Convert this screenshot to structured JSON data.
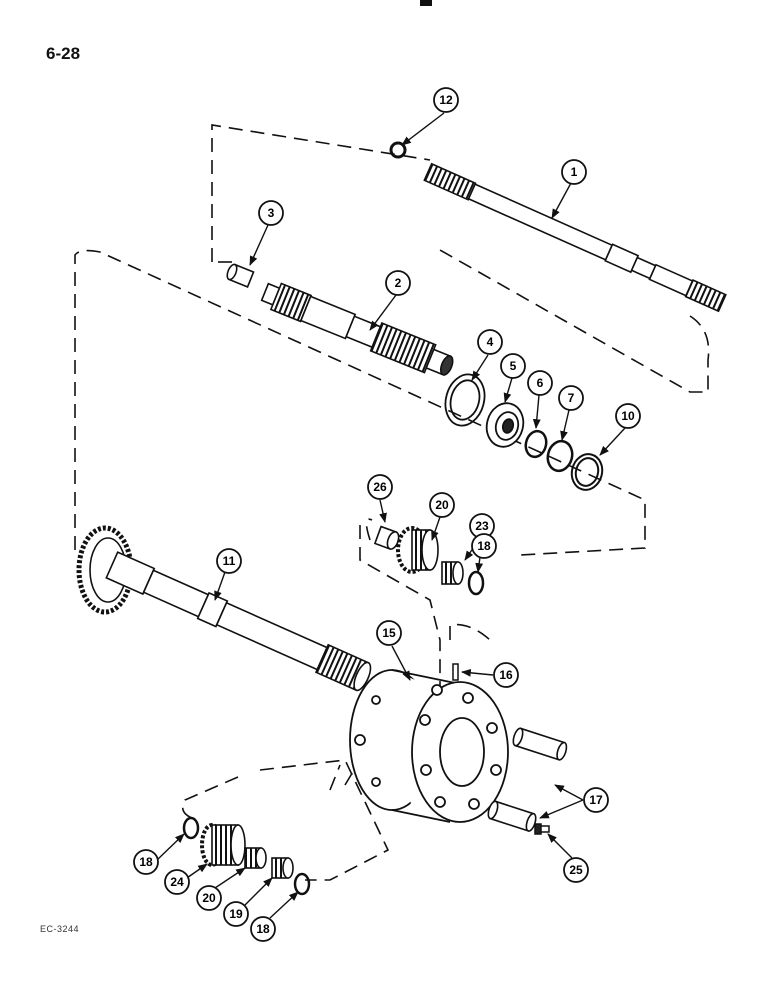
{
  "page": {
    "number": "6-28",
    "figure_code": "EC-3244"
  },
  "callouts": [
    {
      "id": "c1",
      "label": "1"
    },
    {
      "id": "c2",
      "label": "2"
    },
    {
      "id": "c3",
      "label": "3"
    },
    {
      "id": "c4",
      "label": "4"
    },
    {
      "id": "c5",
      "label": "5"
    },
    {
      "id": "c6",
      "label": "6"
    },
    {
      "id": "c7",
      "label": "7"
    },
    {
      "id": "c10",
      "label": "10"
    },
    {
      "id": "c11",
      "label": "11"
    },
    {
      "id": "c12",
      "label": "12"
    },
    {
      "id": "c15",
      "label": "15"
    },
    {
      "id": "c16",
      "label": "16"
    },
    {
      "id": "c17",
      "label": "17"
    },
    {
      "id": "c18a",
      "label": "18"
    },
    {
      "id": "c18b",
      "label": "18"
    },
    {
      "id": "c18c",
      "label": "18"
    },
    {
      "id": "c19",
      "label": "19"
    },
    {
      "id": "c20a",
      "label": "20"
    },
    {
      "id": "c20b",
      "label": "20"
    },
    {
      "id": "c23",
      "label": "23"
    },
    {
      "id": "c24",
      "label": "24"
    },
    {
      "id": "c25",
      "label": "25"
    },
    {
      "id": "c26",
      "label": "26"
    }
  ]
}
